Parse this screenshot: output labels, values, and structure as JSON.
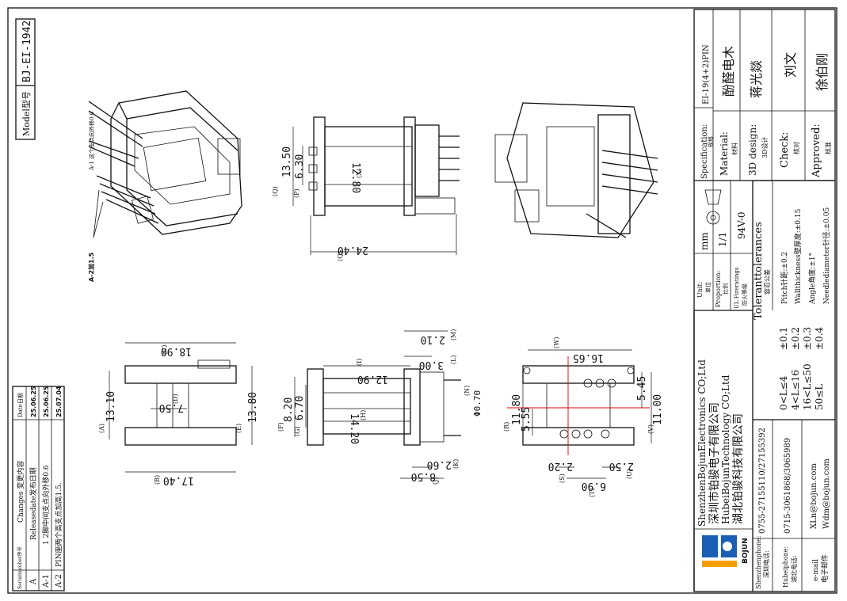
{
  "model": {
    "label": "Model型号",
    "value": "BJ-EI-1942"
  },
  "callouts": {
    "a1": "A-1 这个支点向外移0.6",
    "a2": "A-2加1.5"
  },
  "dimensions": {
    "d1350": "13.50",
    "d630": "6.30",
    "d1280": "12.80",
    "d2440": "24.40",
    "d1890": "18.90",
    "d1310": "13.10",
    "d750": "7.50",
    "d1740": "17.40",
    "d1380": "13.80",
    "d210": "2.10",
    "d300": "3.00",
    "d1290": "12.90",
    "d820": "8.20",
    "d670": "6.70",
    "d1420": "14.20",
    "d260": "2.60",
    "d850": "8.50",
    "phi070": "Φ0.70",
    "d1665": "16.65",
    "d545": "5.45",
    "d1180": "11.80",
    "d555": "5.55",
    "d1100": "11.00",
    "d220": "2.20",
    "d690": "6.90",
    "d250": "2.50"
  },
  "letters": {
    "q": "(Q)",
    "p": "(P)",
    "x": "(X)",
    "qq": "(Q)",
    "c": "(C)",
    "a": "(A)",
    "d": "(D)",
    "b": "(B)",
    "e": "(E)",
    "m": "(M)",
    "l": "(L)",
    "i": "(I)",
    "f": "(F)",
    "g": "(G)",
    "h": "(H)",
    "n": "(N)",
    "j": "(J)",
    "k": "(K)",
    "w": "(W)",
    "r": "(R)",
    "v": "(V)",
    "s": "(S)",
    "t": "(T)",
    "u": "(U)"
  },
  "changes": {
    "header_no": "Serialnumber序号",
    "header_content": "Changes 变更内容",
    "header_date": "Date日期",
    "rows": [
      {
        "no": "A",
        "content": "Releasedate发布日期",
        "date": "25.06.25"
      },
      {
        "no": "A-1",
        "content": "1 2脚中间支点向外移0.6",
        "date": "25.06.25"
      },
      {
        "no": "A-2",
        "content": "PIN座两个高支点加高1.5.",
        "date": "25.07.04"
      }
    ]
  },
  "titleblock": {
    "spec_label": "Specification:",
    "spec_cn": "规格",
    "spec_value": "EI-19(4+2)PIN",
    "material_label": "Material:",
    "material_cn": "材料",
    "material_value": "酚醛电木",
    "design_label": "3D design:",
    "design_cn": "3D设计",
    "design_value": "蒋光燚",
    "check_label": "Check:",
    "check_cn": "核对",
    "check_value": "刘文",
    "approved_label": "Approved:",
    "approved_cn": "核准",
    "approved_value": "徐伯刚",
    "unit_label": "Unit:",
    "unit_cn": "单位",
    "unit_value": "mm",
    "prop_label": "Proportion:",
    "prop_cn": "比例",
    "prop_value": "1/1",
    "fire_label": "UL Fireratings",
    "fire_cn": "防火等级",
    "fire_value": "94V-0",
    "tol_title": "Toleranttolerances",
    "tol_cn": "容忍公差",
    "tol_pitch": "Pitch针距:±0.2",
    "tol_wall": "Wallthickness壁厚度:±0.15",
    "tol_angle": "Angle角度:±1°",
    "tol_needle": "Needlediameter针径:±0.05",
    "tol_rows": [
      {
        "range": "0<L≤4",
        "val": "±0.1"
      },
      {
        "range": "4<L≤16",
        "val": "±0.2"
      },
      {
        "range": "16<L≤50",
        "val": "±0.3"
      },
      {
        "range": "50≤L",
        "val": "±0.4"
      }
    ],
    "company1_en": "ShenzhenBojunElectronics CO;Ltd",
    "company1_cn": "深圳市铂骏电子有限公司",
    "company2_en": "HubeiBojunTechnology CO;Ltd",
    "company2_cn": "湖北铂骏科技有限公司",
    "sz_phone_label": "Shenzhenphone:",
    "sz_phone_cn": "深圳电话:",
    "sz_phone": "0755-27155110/27155392",
    "hb_phone_label": "Hubeiphone:",
    "hb_phone_cn": "湖北电话:",
    "hb_phone": "0715-3061868/3065989",
    "email_label": "e-mail",
    "email_cn": "电子邮件",
    "email1": "XLn@bojun.com",
    "email2": "Wdm@bojun.com",
    "logo_text": "BOJUN"
  }
}
